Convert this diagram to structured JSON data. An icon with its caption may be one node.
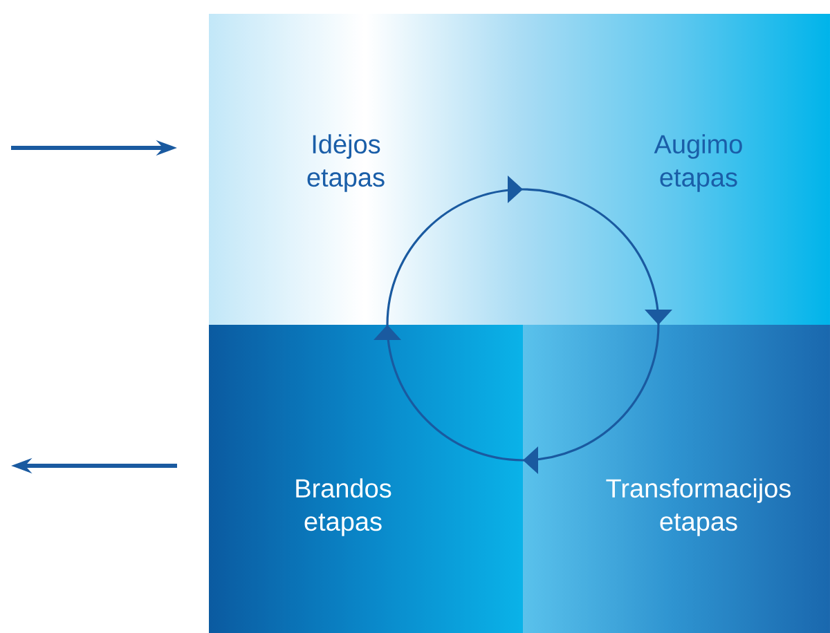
{
  "diagram": {
    "nodes": [
      {
        "text": [
          "Idėjos etapas"
        ]
      },
      {
        "text": [
          "Augimo etapas"
        ]
      },
      {
        "text": [
          "Brandos etapas"
        ]
      },
      {
        "text": [
          "Transformacijos etapas"
        ]
      }
    ]
  }
}
